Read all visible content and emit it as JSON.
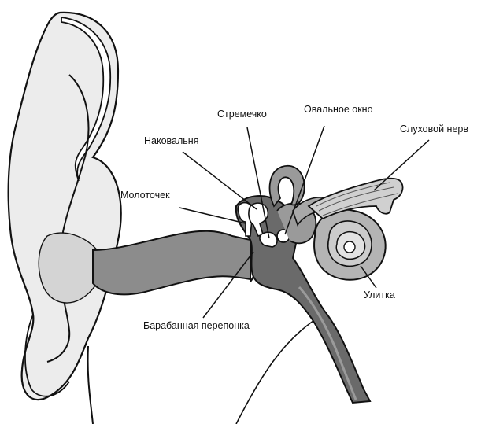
{
  "labels": {
    "stapes": "Стремечко",
    "oval_window": "Овальное окно",
    "auditory_nerve": "Слуховой нерв",
    "incus": "Наковальня",
    "malleus": "Молоточек",
    "cochlea": "Улитка",
    "eardrum": "Барабанная перепонка"
  },
  "colors": {
    "outline": "#111111",
    "skin": "#e6e6e6",
    "canal": "#8c8c8c",
    "dark_fill": "#7a7a7a",
    "cavity": "#5e5e5e",
    "light": "#ffffff"
  }
}
